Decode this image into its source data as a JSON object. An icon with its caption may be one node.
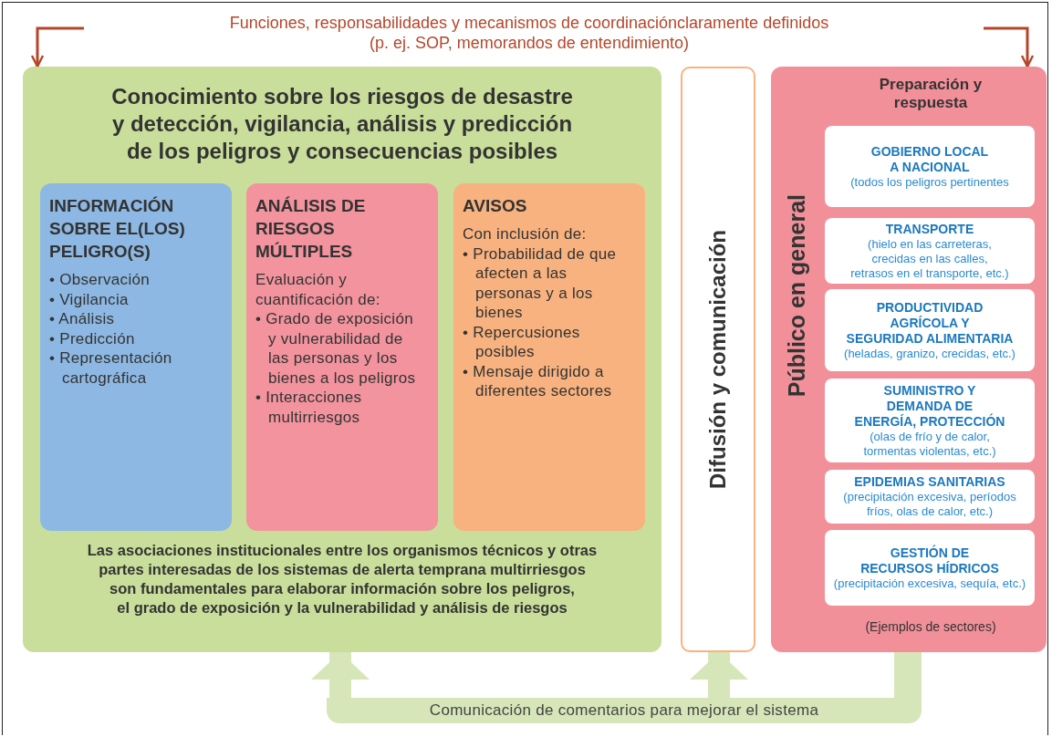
{
  "diagram": {
    "title": "Funciones, responsabilidades y mecanismos de coordinaciónclaramente definidos (p. ej. SOP, memorandos de entendimiento)",
    "nodes": [
      {
        "text": [
          "Conocimiento sobre los riesgos de desastre y detección, vigilancia, análisis y predicción de los peligros y consecuencias posibles",
          "Las asociaciones institucionales entre los organismos técnicos y otras partes interesadas de los sistemas de alerta temprana multirriesgos son fundamentales para elaborar información sobre los peligros, el grado de exposición y la vulnerabilidad y análisis de riesgos"
        ]
      },
      {
        "text": [
          "INFORMACIÓN SOBRE EL(LOS) PELIGRO(S)",
          "• Observación",
          "• Vigilancia",
          "• Análisis",
          "• Predicción",
          "• Representación cartográfica"
        ],
        "in": 0
      },
      {
        "text": [
          "ANÁLISIS DE RIESGOS MÚLTIPLES",
          "Evaluación y cuantificación de:",
          "• Grado de exposición y vulnerabilidad de las personas y los bienes a los peligros",
          "• Interacciones multirriesgos"
        ],
        "in": 0
      },
      {
        "text": [
          "AVISOS",
          "Con inclusión de:",
          "• Probabilidad de que afecten a las personas y a los bienes",
          "• Repercusiones posibles",
          "• Mensaje dirigido a diferentes sectores"
        ],
        "in": 0
      },
      {
        "text": [
          "Difusión y comunicación"
        ]
      },
      {
        "text": [
          "Preparación y respuesta",
          "Público en general",
          "(Ejemplos de sectores)"
        ]
      },
      {
        "text": [
          "GOBIERNO LOCAL A NACIONAL",
          "(todos los peligros pertinentes"
        ],
        "in": 5
      },
      {
        "text": [
          "TRANSPORTE",
          "(hielo en las carreteras, crecidas en las calles, retrasos en el transporte, etc.)"
        ],
        "in": 5
      },
      {
        "text": [
          "PRODUCTIVIDAD AGRÍCOLA Y SEGURIDAD ALIMENTARIA",
          "(heladas, granizo, crecidas, etc.)"
        ],
        "in": 5
      },
      {
        "text": [
          "SUMINISTRO Y DEMANDA DE ENERGÍA, PROTECCIÓN",
          "(olas de frío y de calor, tormentas violentas, etc.)"
        ],
        "in": 5
      },
      {
        "text": [
          "EPIDEMIAS SANITARIAS",
          "(precipitación excesiva, períodos fríos, olas de calor, etc.)"
        ],
        "in": 5
      },
      {
        "text": [
          "GESTIÓN DE RECURSOS HÍDRICOS",
          "(precipitación excesiva, sequía, etc.)"
        ],
        "in": 5
      },
      {
        "text": [
          "Comunicación de comentarios para mejorar el sistema"
        ]
      }
    ],
    "edges": [
      {
        "from": null,
        "to": 0,
        "arrow": "to",
        "color": "#b5462a"
      },
      {
        "from": null,
        "to": 5,
        "arrow": "to",
        "color": "#b5462a"
      },
      {
        "from": 5,
        "to": 12,
        "arrow": "none",
        "color": "#d6e6b8"
      },
      {
        "from": 12,
        "to": 0,
        "arrow": "to",
        "color": "#d6e6b8"
      },
      {
        "from": 12,
        "to": 4,
        "arrow": "to",
        "color": "#d6e6b8"
      }
    ]
  }
}
